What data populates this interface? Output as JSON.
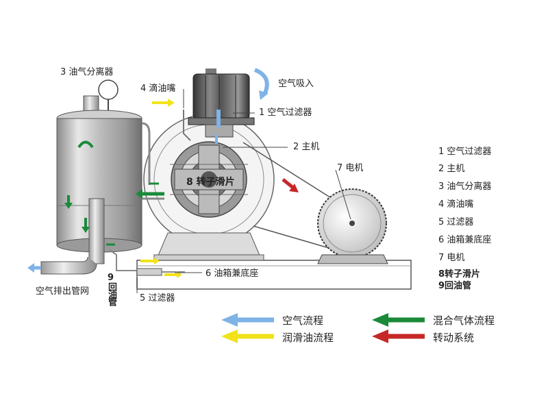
{
  "diagram": {
    "labels": {
      "oil_separator": "3 油气分离器",
      "oil_drip": "4 滴油嘴",
      "air_intake": "空气吸入",
      "air_filter": "1 空气过滤器",
      "main_unit": "2 主机",
      "motor": "7 电机",
      "rotor_vane": "8  转子滑片",
      "oil_tank_base": "6 油箱兼底座",
      "filter": "5 过滤器",
      "air_exhaust": "空气排出管网",
      "return_pipe_num": "9",
      "return_pipe_text": "回油管"
    },
    "parts_list": [
      "1 空气过滤器",
      "2 主机",
      "3 油气分离器",
      "4 滴油嘴",
      "5 过滤器",
      "6 油箱兼底座",
      "7 电机",
      "8转子滑片",
      "9回油管"
    ]
  },
  "legend": {
    "air_flow": {
      "label": "空气流程",
      "color": "#7fb3e6"
    },
    "mixed_gas_flow": {
      "label": "混合气体流程",
      "color": "#1a8a3a"
    },
    "lube_oil_flow": {
      "label": "润滑油流程",
      "color": "#f2e21a"
    },
    "drive_system": {
      "label": "转动系统",
      "color": "#c62828"
    }
  }
}
